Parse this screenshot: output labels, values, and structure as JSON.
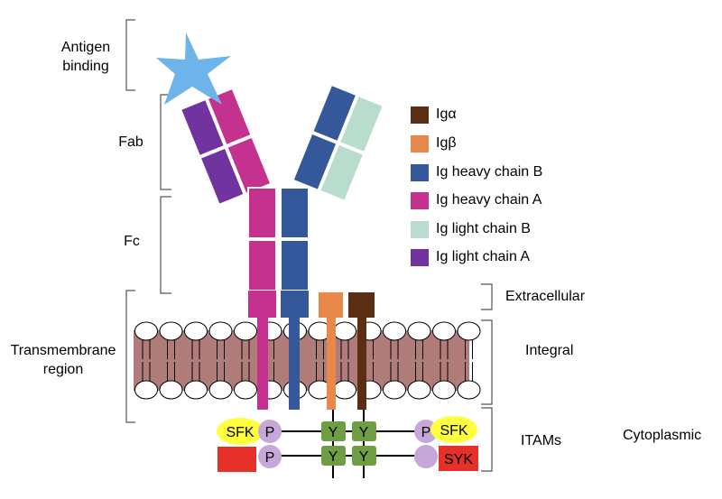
{
  "left_labels": {
    "antigen_binding": "Antigen\nbinding",
    "fab": "Fab",
    "fc": "Fc",
    "transmembrane_region": "Transmembrane\nregion"
  },
  "right_labels": {
    "extracellular": "Extracellular",
    "integral": "Integral",
    "itams": "ITAMs",
    "cytoplasmic": "Cytoplasmic"
  },
  "legend": [
    {
      "label": "Igα",
      "color": "#5a2e12"
    },
    {
      "label": "Igβ",
      "color": "#e8884a"
    },
    {
      "label": "Ig heavy chain B",
      "color": "#34589a"
    },
    {
      "label": "Ig heavy chain A",
      "color": "#c4318f"
    },
    {
      "label": "Ig light chain B",
      "color": "#b9ddcc"
    },
    {
      "label": "Ig light chain A",
      "color": "#7133a0"
    }
  ],
  "colors": {
    "antigen": "#6cb4ea",
    "membrane": "#b07c7a",
    "itam_green": "#6f9d43",
    "phospho_purple": "#c7a7da",
    "sfk_yellow": "#ffff3d",
    "syk_red": "#e5312a"
  },
  "itam_labels": {
    "sfk_left": "SFK",
    "sfk_right": "SFK",
    "syk": "SYK",
    "p": "P",
    "y": "Y"
  }
}
